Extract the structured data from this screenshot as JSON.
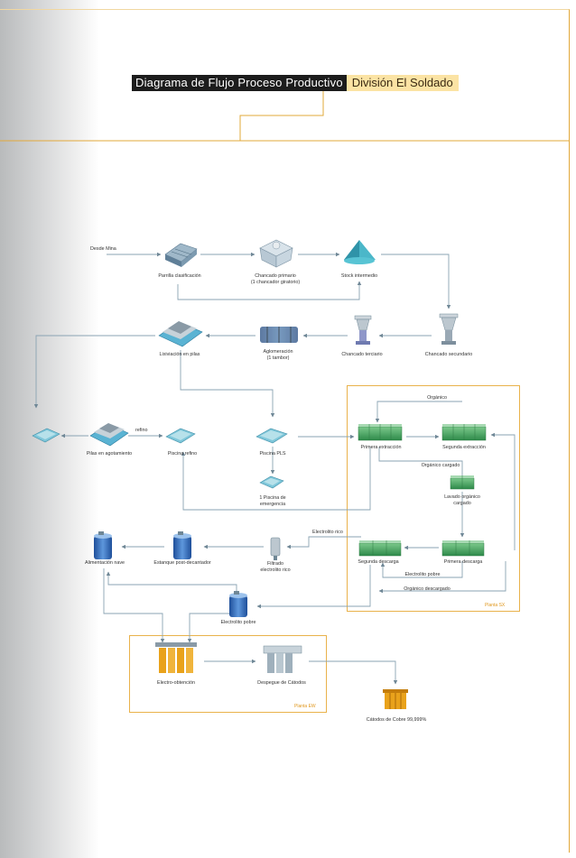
{
  "title": {
    "main": "Diagrama de Flujo Proceso Productivo",
    "division": "División El Soldado"
  },
  "labels": {
    "desde_mina": "Desde Mina",
    "parrilla": "Parrilla clasificación",
    "chancado_primario_1": "Chancado primario",
    "chancado_primario_2": "(1 chancador giratorio)",
    "stock": "Stock intermedio",
    "chancado_secundario": "Chancado secundario",
    "chancado_terciario": "Chancado terciario",
    "aglomeracion_1": "Aglomeración",
    "aglomeracion_2": "(1 tambor)",
    "lixiviacion": "Lixiviación en pilas",
    "pilas_agotamiento": "Pilas en agotamiento",
    "piscina_refino": "Piscina refino",
    "piscina_pls": "Piscina PLS",
    "piscina_emergencia_1": "1 Piscina de",
    "piscina_emergencia_2": "emergencia",
    "refino": "refino",
    "primera_extraccion": "Primera extracción",
    "segunda_extraccion": "Segunda extracción",
    "organico": "Orgánico",
    "organico_cargado": "Orgánico cargado",
    "lavado_1": "Lavado orgánico",
    "lavado_2": "cargado",
    "electrolito_rico": "Electrolito rico",
    "primera_descarga": "Primera descarga",
    "segunda_descarga": "Segunda descarga",
    "electrolito_pobre_small": "Electrolito pobre",
    "organico_descargado": "Orgánico descargado",
    "planta_sx": "Planta SX",
    "filtrado_1": "Filtrado",
    "filtrado_2": "electrolito rico",
    "estanque": "Estanque post-decantador",
    "alimentacion": "Alimentación nave",
    "electrolito_pobre": "Electrolito pobre",
    "electro_obtencion": "Electro-obtención",
    "despegue": "Despegue de Cátodos",
    "planta_ew": "Planta EW",
    "catodos": "Cátodos de Cobre 99,999%"
  },
  "colors": {
    "accent": "#e9b24b",
    "line": "#8aa3b3",
    "arrow": "#6f8796",
    "equipment_blue": "#3e79c7",
    "equipment_green": "#4aa565",
    "cathode_orange": "#e9a21b"
  }
}
